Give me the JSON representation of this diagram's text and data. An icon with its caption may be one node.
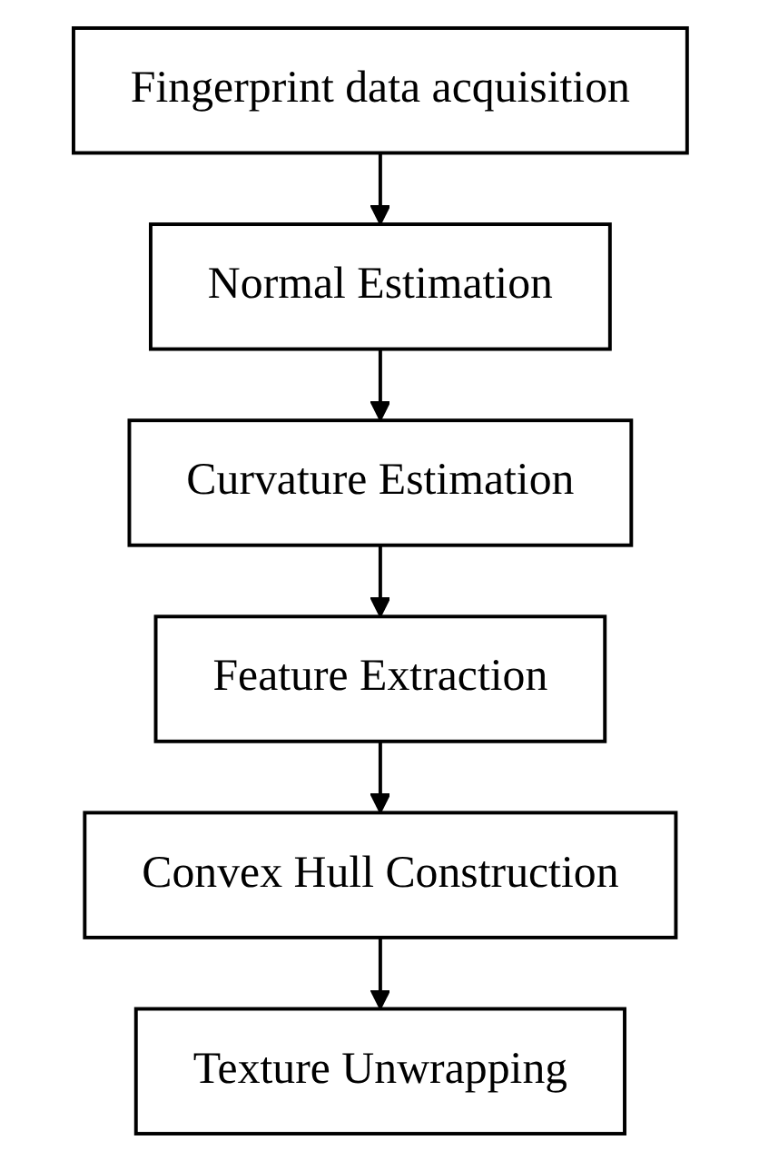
{
  "diagram": {
    "nodes": [
      {
        "text": [
          "Fingerprint data acquisition"
        ]
      },
      {
        "text": [
          "Normal Estimation"
        ]
      },
      {
        "text": [
          "Curvature Estimation"
        ]
      },
      {
        "text": [
          "Feature Extraction"
        ]
      },
      {
        "text": [
          "Convex Hull Construction"
        ]
      },
      {
        "text": [
          "Texture Unwrapping"
        ]
      }
    ],
    "edges": [
      {
        "from": 0,
        "to": 1,
        "arrow": "to"
      },
      {
        "from": 1,
        "to": 2,
        "arrow": "to"
      },
      {
        "from": 2,
        "to": 3,
        "arrow": "to"
      },
      {
        "from": 3,
        "to": 4,
        "arrow": "to"
      },
      {
        "from": 4,
        "to": 5,
        "arrow": "to"
      }
    ]
  }
}
